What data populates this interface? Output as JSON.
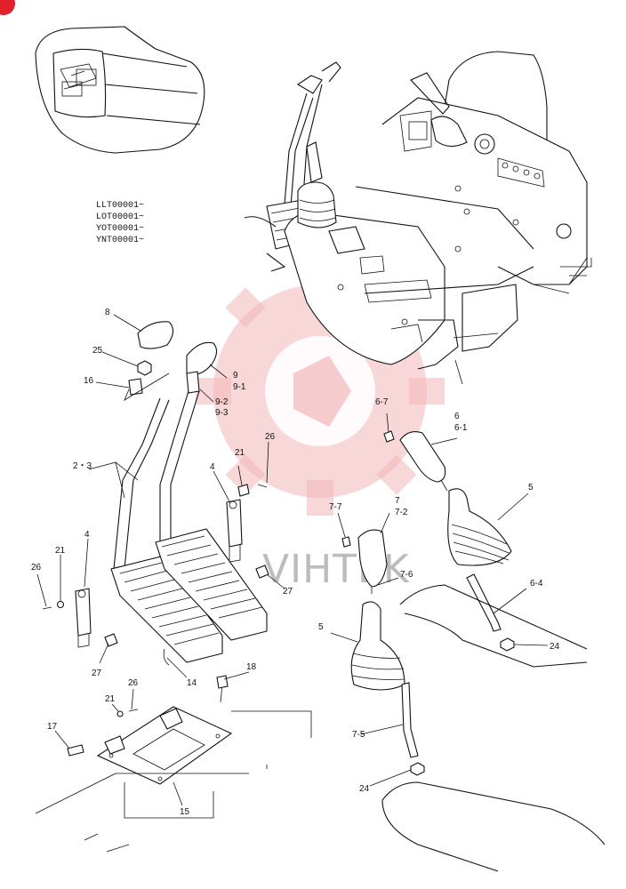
{
  "serial_numbers": [
    "LLT00001~",
    "LOT00001~",
    "YOT00001~",
    "YNT00001~"
  ],
  "watermark": {
    "text": "VIHTEK",
    "color": "#f2b7b9"
  },
  "corner_badge_color": "#e0202a",
  "callouts": {
    "p8": "8",
    "p25": "25",
    "p16": "16",
    "p9": "9",
    "p9_1": "9-1",
    "p9_2": "9-2",
    "p9_3": "9-3",
    "p2_3": "2・3",
    "p4_upper": "4",
    "p4_left": "4",
    "p21_mid": "21",
    "p21_left": "21",
    "p21_low": "21",
    "p26_mid": "26",
    "p26_left": "26",
    "p26_low": "26",
    "p27_left": "27",
    "p27_right": "27",
    "p14": "14",
    "p18": "18",
    "p17": "17",
    "p15": "15",
    "p6_7": "6-7",
    "p6": "6",
    "p6_1": "6-1",
    "p5_upper": "5",
    "p7": "7",
    "p7_2": "7-2",
    "p7_7": "7-7",
    "p7_6": "7-6",
    "p6_4": "6-4",
    "p24_upper": "24",
    "p5_lower": "5",
    "p7_5": "7-5",
    "p24_lower": "24"
  }
}
